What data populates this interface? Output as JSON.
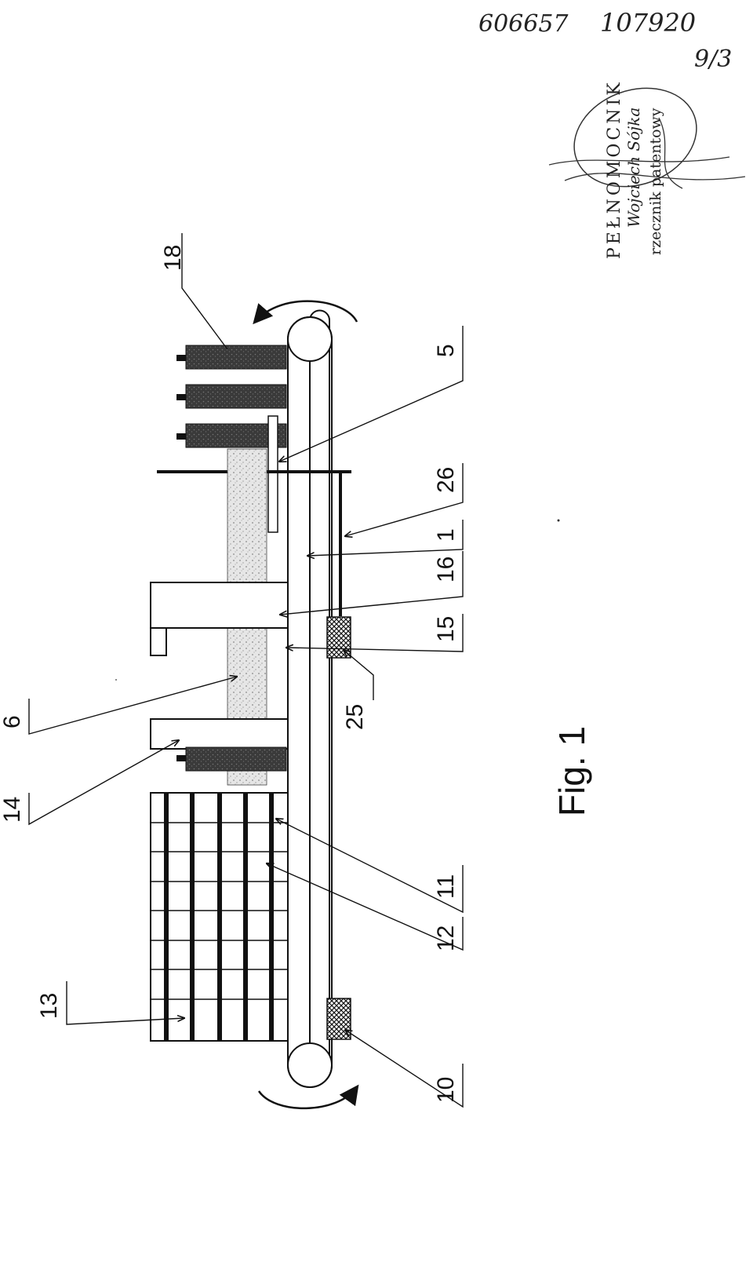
{
  "handwritten": {
    "top_left": "606657",
    "top_right": "107920",
    "page_mark": "9/3"
  },
  "stamp": {
    "line1": "PEŁNOMOCNIK",
    "line2": "Wojciech Sójka",
    "line3": "rzecznik patentowy"
  },
  "figure_caption": "Fig. 1",
  "labels": {
    "l1": "1",
    "l5": "5",
    "l6": "6",
    "l10": "10",
    "l11": "11",
    "l12": "12",
    "l13": "13",
    "l14": "14",
    "l15": "15",
    "l16": "16",
    "l18": "18",
    "l25": "25",
    "l26": "26"
  }
}
